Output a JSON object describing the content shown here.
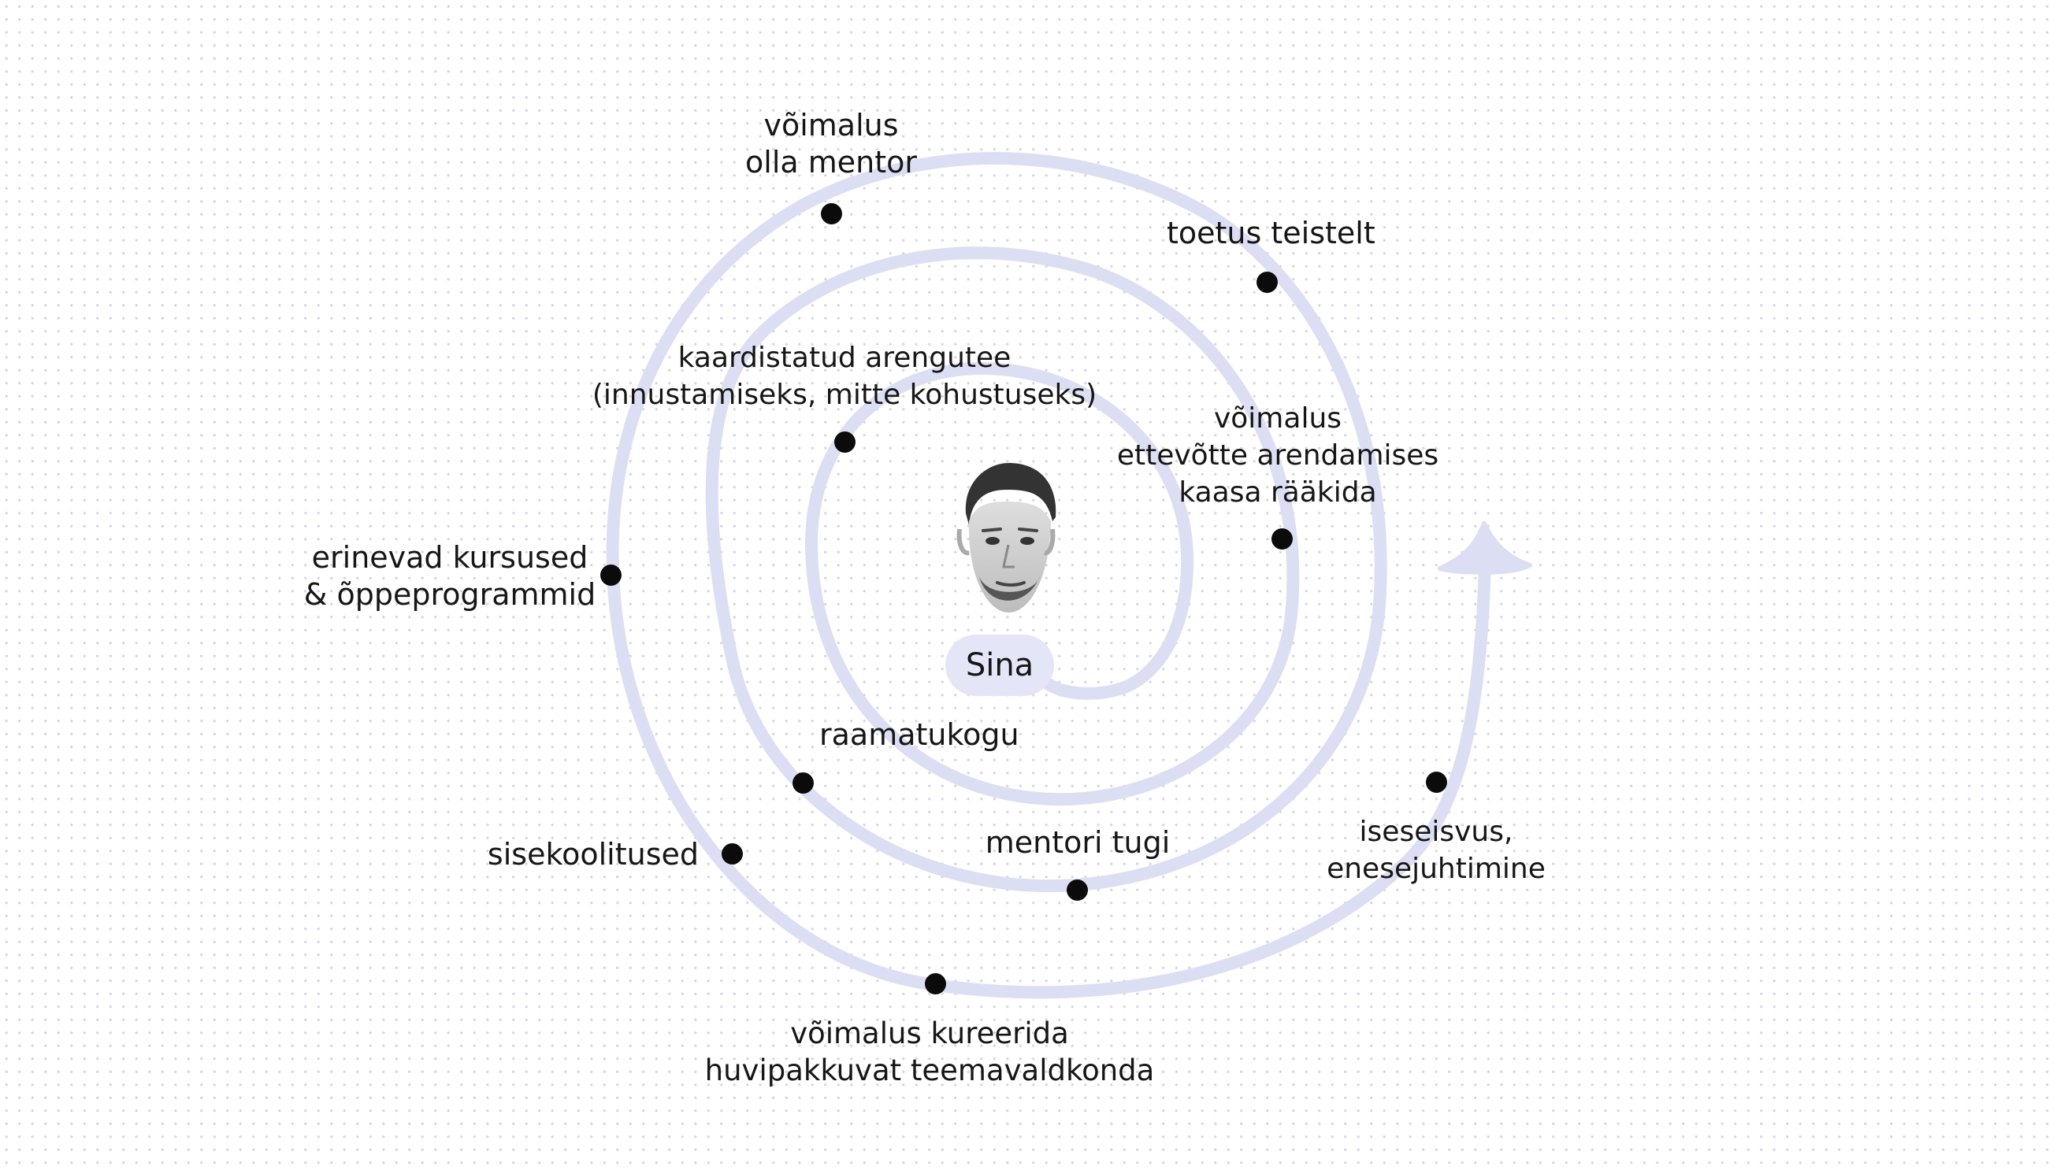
{
  "colors": {
    "spiral": "#dcdff3",
    "marker": "#0b0b0b",
    "badge": "#e4e6f7",
    "text": "#161616"
  },
  "center": {
    "badge_label": "Sina",
    "avatar_icon": "person-portrait-icon"
  },
  "milestones": {
    "mentor_opportunity": [
      "võimalus",
      "olla mentor"
    ],
    "support_from_others": "toetus teistelt",
    "career_path": [
      "kaardistatud arengutee",
      "(innustamiseks, mitte kohustuseks)"
    ],
    "company_development": [
      "võimalus",
      "ettevõtte arendamises",
      "kaasa rääkida"
    ],
    "courses": [
      "erinevad kursused",
      "& õppeprogrammid"
    ],
    "library": "raamatukogu",
    "internal_trainings": "sisekoolitused",
    "mentor_support": "mentori tugi",
    "independence": [
      "iseseisvus,",
      "enesejuhtimine"
    ],
    "curate_topic": [
      "võimalus kureerida",
      "huvipakkuvat teemavaldkonda"
    ]
  },
  "icons": {
    "end_arrow": "arrow-up-icon",
    "marker": "dot-icon"
  }
}
